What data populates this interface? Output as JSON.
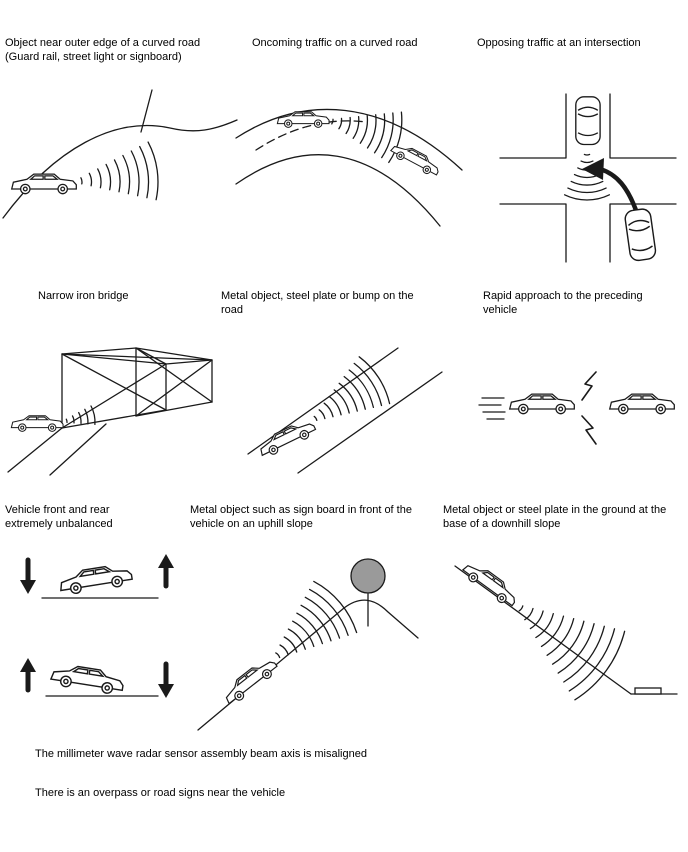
{
  "page": {
    "background": "#ffffff",
    "ink_color": "#1a1a1a",
    "text_color": "#000000"
  },
  "scenarios": [
    {
      "caption": "Object near outer edge of a curved road (Guard rail, street light or signboard)",
      "illustration": "car-with-radar-waves-toward-curved-road-edge"
    },
    {
      "caption": "Oncoming traffic on a curved road",
      "illustration": "two-cars-on-curved-road-with-radar-waves"
    },
    {
      "caption": "Opposing traffic at an intersection",
      "illustration": "intersection-with-oncoming-car-radar-waves-and-turn-arrow"
    },
    {
      "caption": "Narrow iron bridge",
      "illustration": "car-approaching-truss-bridge-with-radar-waves"
    },
    {
      "caption": "Metal object, steel plate or bump on the road",
      "illustration": "car-with-radar-waves-along-straight-road"
    },
    {
      "caption": "Rapid approach to the preceding vehicle",
      "illustration": "fast-car-closing-on-preceding-car-with-spark-symbols"
    },
    {
      "caption": "Vehicle front and rear extremely unbalanced",
      "illustration": "two-tilted-cars-with-up-down-arrows"
    },
    {
      "caption": "Metal object such as sign board in front of the vehicle on an uphill slope",
      "illustration": "car-on-uphill-slope-radar-waves-toward-sign-board"
    },
    {
      "caption": "Metal object or steel plate in the ground at the base of a downhill slope",
      "illustration": "car-on-downhill-slope-radar-waves-toward-plate-at-base"
    }
  ],
  "notes": [
    "The millimeter wave radar sensor assembly beam axis is misaligned",
    "There is an overpass or road signs near the vehicle"
  ]
}
